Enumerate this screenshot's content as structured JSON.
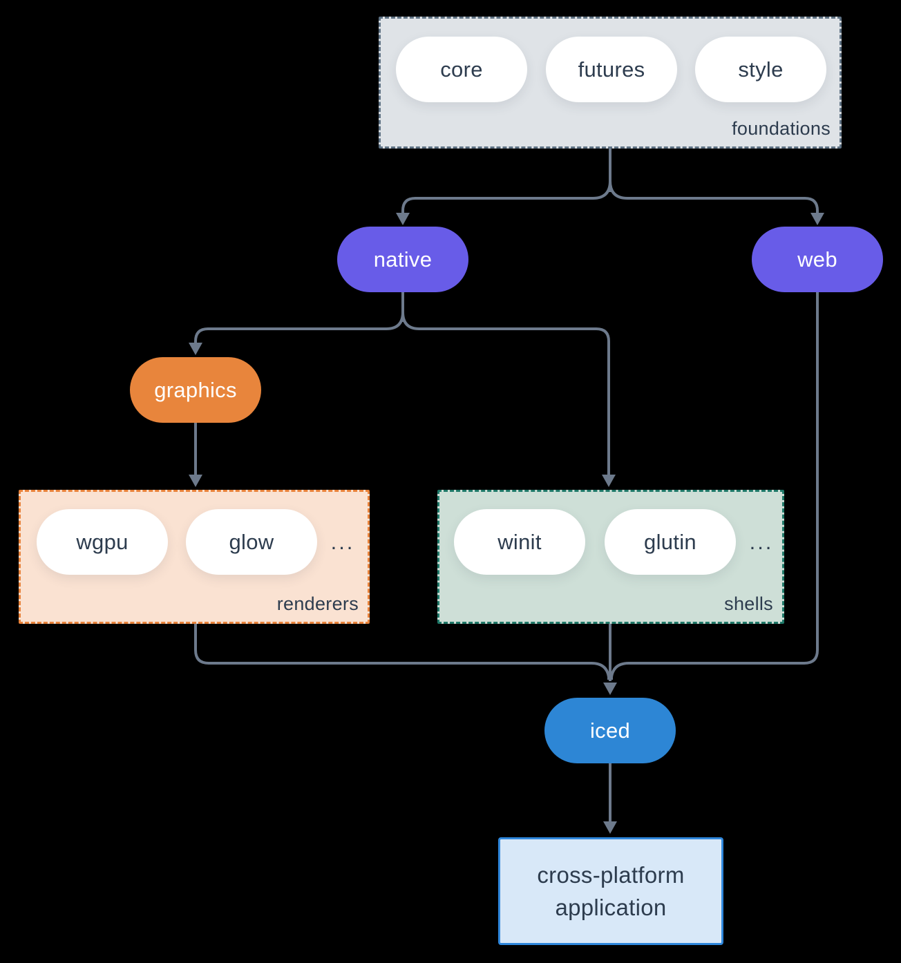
{
  "diagram": {
    "background_color": "#000000",
    "edge_color": "#6D7A8C",
    "text_color": "#2D3C4E"
  },
  "groups": {
    "foundations": {
      "label": "foundations",
      "fill": "#DFE3E7",
      "border_color": "#5E7183",
      "pills": [
        "core",
        "futures",
        "style"
      ]
    },
    "renderers": {
      "label": "renderers",
      "fill": "#FAE2D2",
      "border_color": "#E8823A",
      "pills": [
        "wgpu",
        "glow"
      ],
      "ellipsis": "..."
    },
    "shells": {
      "label": "shells",
      "fill": "#CEDFD7",
      "border_color": "#1F7969",
      "pills": [
        "winit",
        "glutin"
      ],
      "ellipsis": "..."
    }
  },
  "nodes": {
    "native": {
      "label": "native",
      "color": "#685CE8"
    },
    "web": {
      "label": "web",
      "color": "#685CE8"
    },
    "graphics": {
      "label": "graphics",
      "color": "#E8853C"
    },
    "iced": {
      "label": "iced",
      "color": "#2D86D5"
    },
    "application": {
      "line1": "cross-platform",
      "line2": "application",
      "fill": "#D8E8F8",
      "border_color": "#2F87DC"
    }
  }
}
